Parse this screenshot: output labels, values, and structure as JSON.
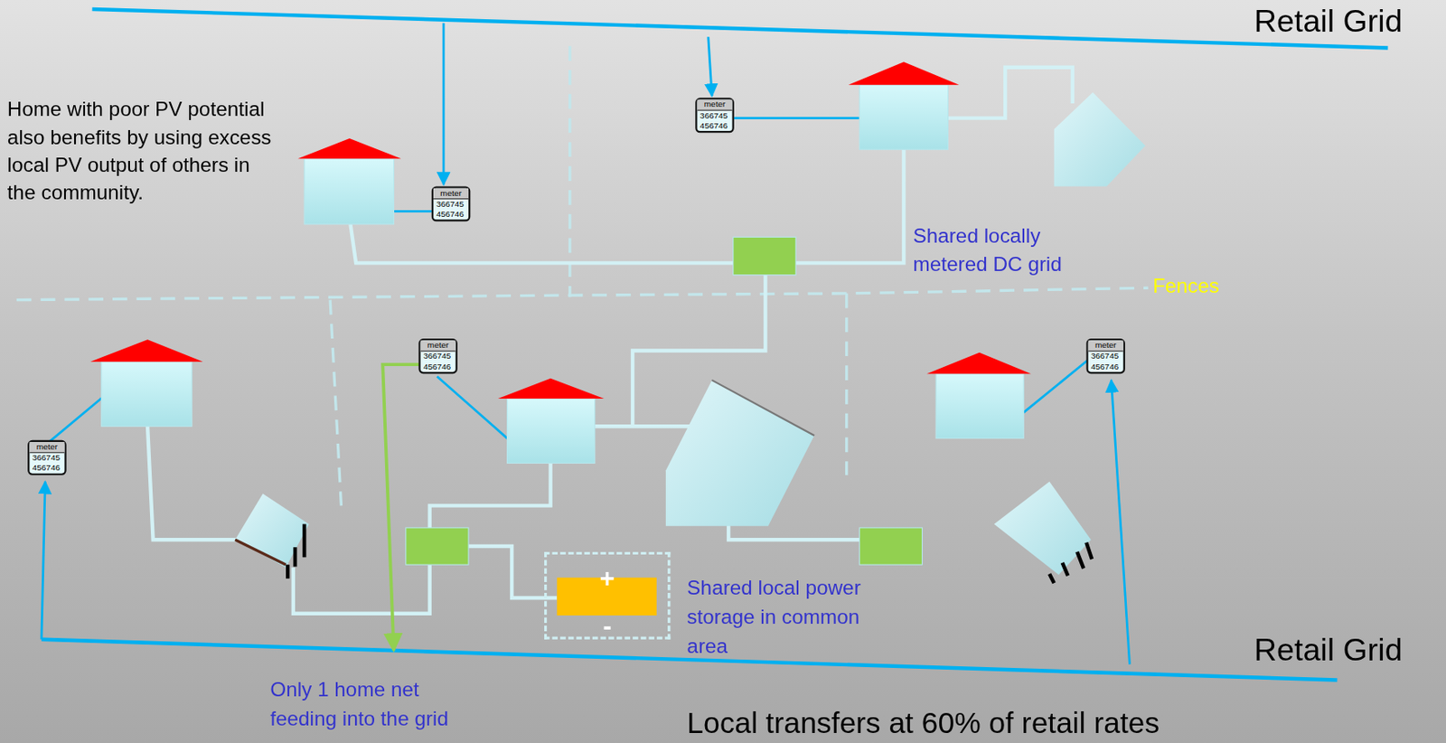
{
  "diagram": {
    "nodes": [
      {
        "text": [
          "meter",
          "366745",
          "456746"
        ]
      },
      {
        "text": [
          "meter",
          "366745",
          "456746"
        ]
      },
      {
        "text": [
          "meter",
          "366745",
          "456746"
        ]
      },
      {
        "text": [
          "meter",
          "366745",
          "456746"
        ]
      },
      {
        "text": [
          "meter",
          "366745",
          "456746"
        ]
      },
      {
        "text": [
          "+",
          "-"
        ]
      }
    ],
    "labels": [
      "Retail Grid",
      "Home with poor PV potential also benefits by using excess local PV output of others in the community.",
      "Shared locally metered DC grid",
      "Fences",
      "Shared local power storage in common area",
      "Retail Grid",
      "Only 1 home net feeding into the grid",
      "Local transfers at 60% of retail rates"
    ]
  }
}
